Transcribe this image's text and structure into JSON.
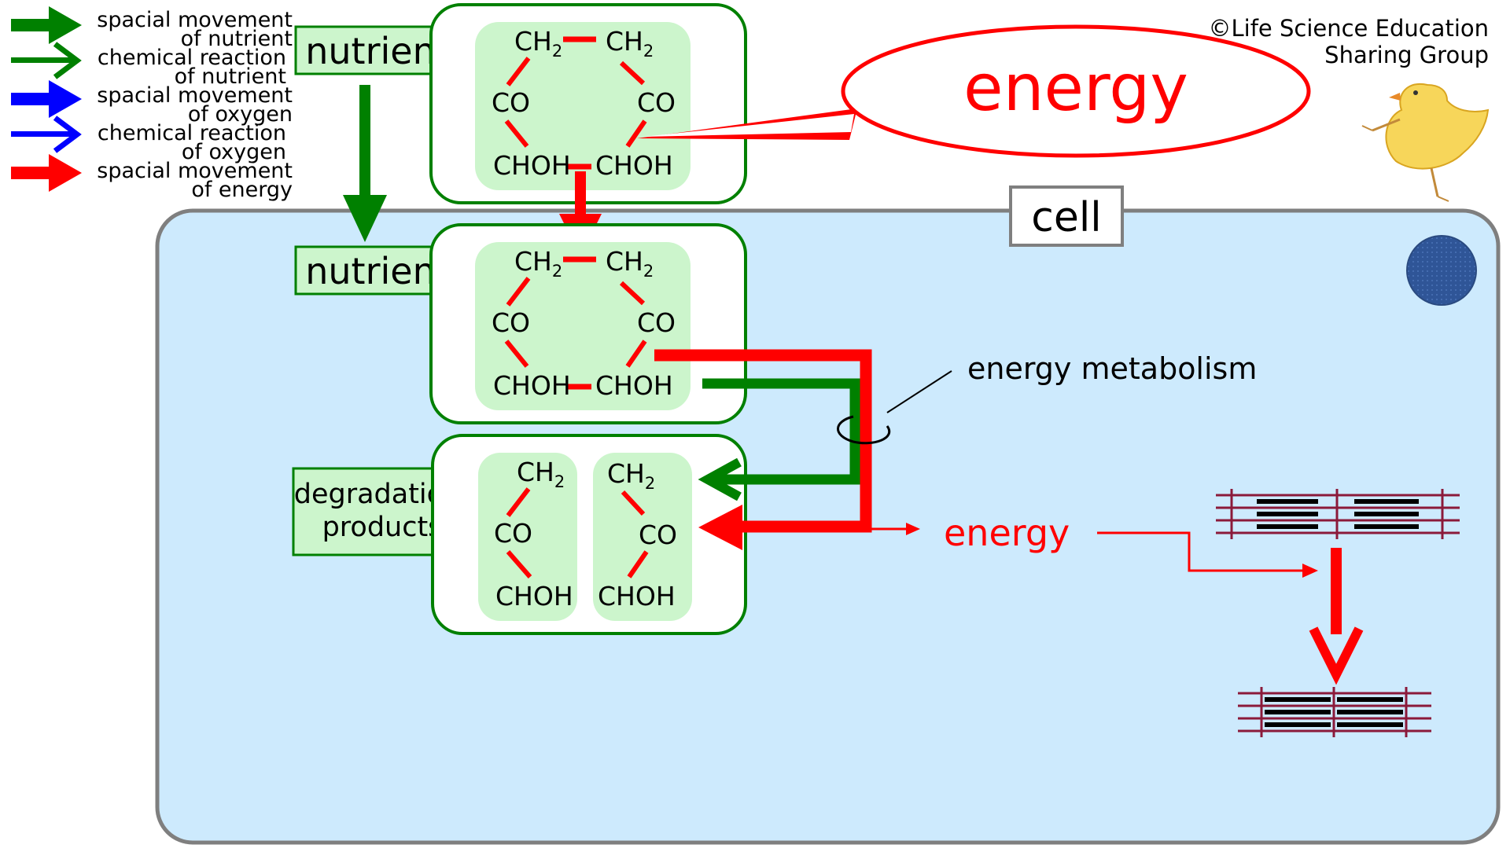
{
  "legend": {
    "items": [
      {
        "line1": "spacial movement",
        "line2": "of nutrient",
        "color": "#008000",
        "style": "solid"
      },
      {
        "line1": "chemical reaction",
        "line2": "of nutrient",
        "color": "#008000",
        "style": "open"
      },
      {
        "line1": "spacial movement",
        "line2": "of oxygen",
        "color": "#0000ff",
        "style": "solid"
      },
      {
        "line1": "chemical reaction",
        "line2": "of oxygen",
        "color": "#0000ff",
        "style": "open"
      },
      {
        "line1": "spacial movement",
        "line2": "of energy",
        "color": "#ff0000",
        "style": "solid"
      }
    ]
  },
  "copyright": {
    "line1": "©Life Science Education",
    "line2": "Sharing Group"
  },
  "labels": {
    "nutrient_outside": "nutrient",
    "nutrient_inside": "nutrient",
    "degradation_line1": "degradation",
    "degradation_line2": "products",
    "cell": "cell",
    "energy_bubble": "energy",
    "energy_metabolism": "energy metabolism",
    "energy_inside": "energy"
  },
  "chem": {
    "ch": "CH",
    "sub": "2",
    "co": "CO",
    "choh": "CHOH"
  },
  "colors": {
    "green": "#008000",
    "red": "#ff0000",
    "cell_fill": "#cdeafd",
    "cell_border": "#7f7f7f",
    "box_fill": "#ccf5cc",
    "nucleus": "#2f5597"
  }
}
